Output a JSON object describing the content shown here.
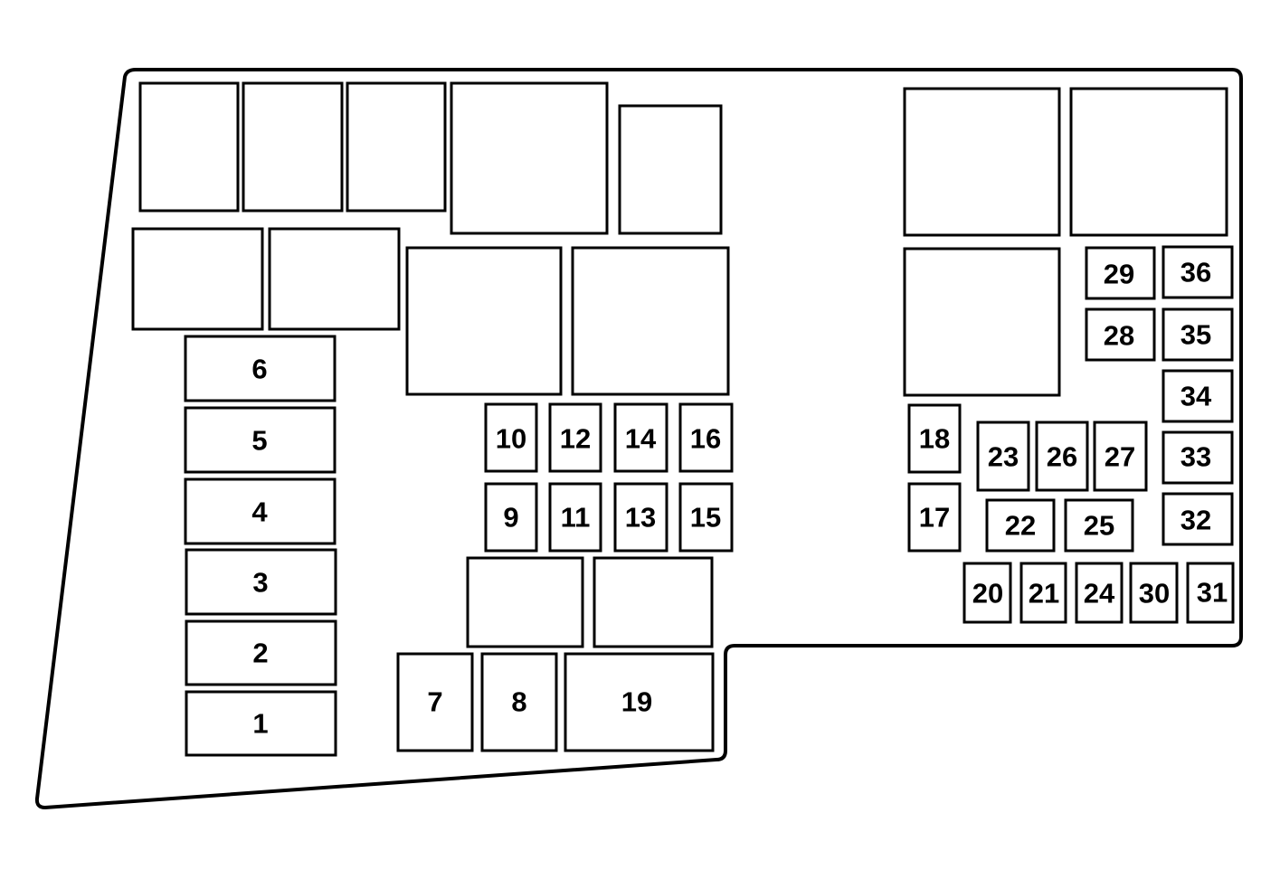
{
  "fuse_labels": {
    "f1": "1",
    "f2": "2",
    "f3": "3",
    "f4": "4",
    "f5": "5",
    "f6": "6",
    "f7": "7",
    "f8": "8",
    "f9": "9",
    "f10": "10",
    "f11": "11",
    "f12": "12",
    "f13": "13",
    "f14": "14",
    "f15": "15",
    "f16": "16",
    "f17": "17",
    "f18": "18",
    "f19": "19",
    "f20": "20",
    "f21": "21",
    "f22": "22",
    "f23": "23",
    "f24": "24",
    "f25": "25",
    "f26": "26",
    "f27": "27",
    "f28": "28",
    "f29": "29",
    "f30": "30",
    "f31": "31",
    "f32": "32",
    "f33": "33",
    "f34": "34",
    "f35": "35",
    "f36": "36"
  },
  "colors": {
    "stroke": "#000000",
    "background": "#ffffff"
  }
}
